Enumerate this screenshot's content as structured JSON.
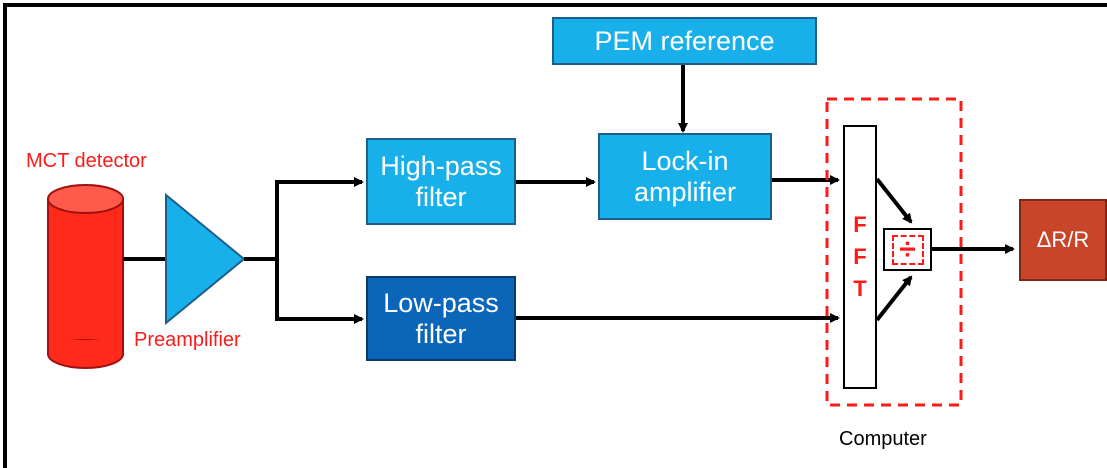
{
  "components": {
    "detector_label": "MCT detector",
    "preamp_label": "Preamplifier",
    "pem_reference": "PEM reference",
    "high_pass_line1": "High-pass",
    "high_pass_line2": "filter",
    "lock_in_line1": "Lock-in",
    "lock_in_line2": "amplifier",
    "low_pass_line1": "Low-pass",
    "low_pass_line2": "filter",
    "fft_letters": [
      "F",
      "F",
      "T"
    ],
    "divide_symbol": "÷",
    "output": "ΔR/R",
    "computer_label": "Computer"
  },
  "colors": {
    "detector": "#ff2a1a",
    "light_box": "#18b0ea",
    "dark_box": "#0b66ba",
    "output_box": "#c8452a",
    "label_red": "#ff1a1a"
  }
}
